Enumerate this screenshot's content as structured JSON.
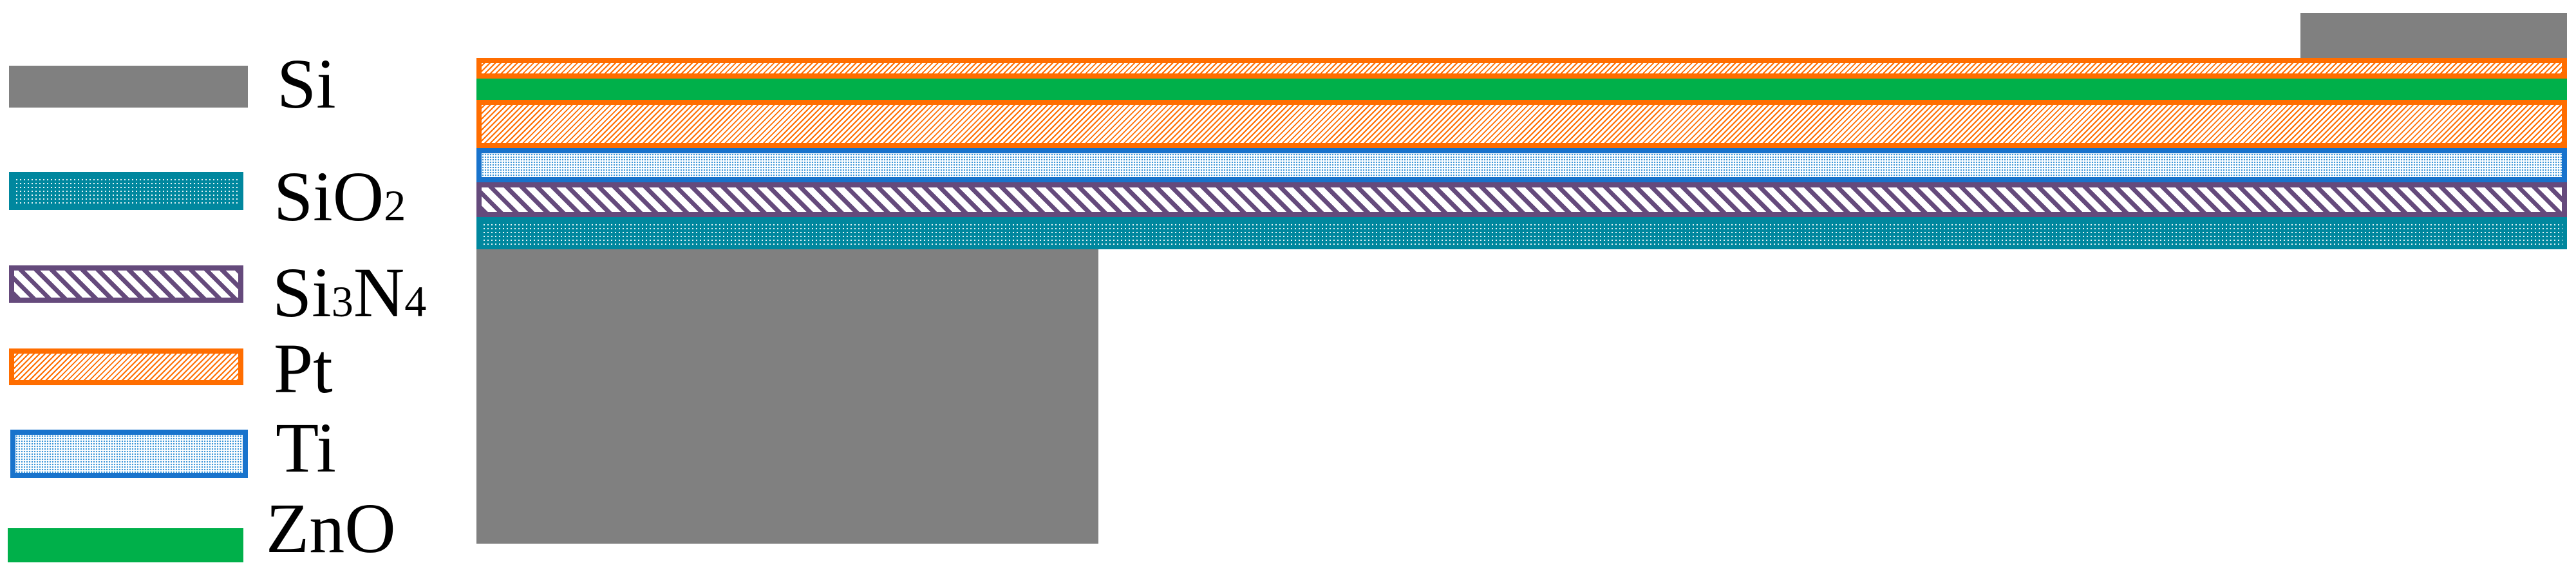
{
  "legend": {
    "items": [
      {
        "material": "Si",
        "label_main": "Si",
        "sub1": "",
        "mid": "",
        "sub2": "",
        "color": "#808080",
        "pattern": "solid"
      },
      {
        "material": "SiO2",
        "label_main": "SiO",
        "sub1": "2",
        "mid": "",
        "sub2": "",
        "color": "#00879E",
        "pattern": "dots-white-on-teal"
      },
      {
        "material": "Si3N4",
        "label_main": "Si",
        "sub1": "3",
        "mid": "N",
        "sub2": "4",
        "color": "#654A7C",
        "pattern": "backslash-hatch"
      },
      {
        "material": "Pt",
        "label_main": "Pt",
        "sub1": "",
        "mid": "",
        "sub2": "",
        "color": "#FF6D00",
        "pattern": "slash-hatch"
      },
      {
        "material": "Ti",
        "label_main": "Ti",
        "sub1": "",
        "mid": "",
        "sub2": "",
        "color": "#1873CC",
        "pattern": "dots-blue-on-white"
      },
      {
        "material": "ZnO",
        "label_main": "ZnO",
        "sub1": "",
        "mid": "",
        "sub2": "",
        "color": "#00B04A",
        "pattern": "solid"
      }
    ]
  },
  "cross_section": {
    "layers_top_to_bottom": [
      "Si (top mass)",
      "Pt (top electrode)",
      "ZnO",
      "Pt (bottom electrode)",
      "Ti",
      "Si3N4",
      "SiO2",
      "Si (substrate/frame)"
    ]
  }
}
